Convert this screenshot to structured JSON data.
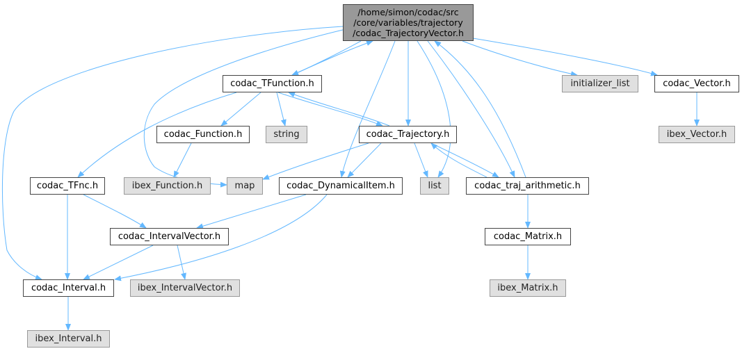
{
  "root": {
    "lines": [
      "/home/simon/codac/src",
      "/core/variables/trajectory",
      "/codac_TrajectoryVector.h"
    ]
  },
  "nodes": {
    "tfunction": "codac_TFunction.h",
    "initializer_list": "initializer_list",
    "vector": "codac_Vector.h",
    "function": "codac_Function.h",
    "string": "string",
    "trajectory": "codac_Trajectory.h",
    "ibex_vector": "ibex_Vector.h",
    "tfnc": "codac_TFnc.h",
    "ibex_function": "ibex_Function.h",
    "map": "map",
    "dynamicalitem": "codac_DynamicalItem.h",
    "list": "list",
    "traj_arithmetic": "codac_traj_arithmetic.h",
    "intervalvector": "codac_IntervalVector.h",
    "matrix": "codac_Matrix.h",
    "interval": "codac_Interval.h",
    "ibex_intervalvector": "ibex_IntervalVector.h",
    "ibex_matrix": "ibex_Matrix.h",
    "ibex_interval": "ibex_Interval.h"
  },
  "colors": {
    "edge": "#63b8ff",
    "root_fill": "#999999",
    "external_fill": "#e0e0e0"
  }
}
